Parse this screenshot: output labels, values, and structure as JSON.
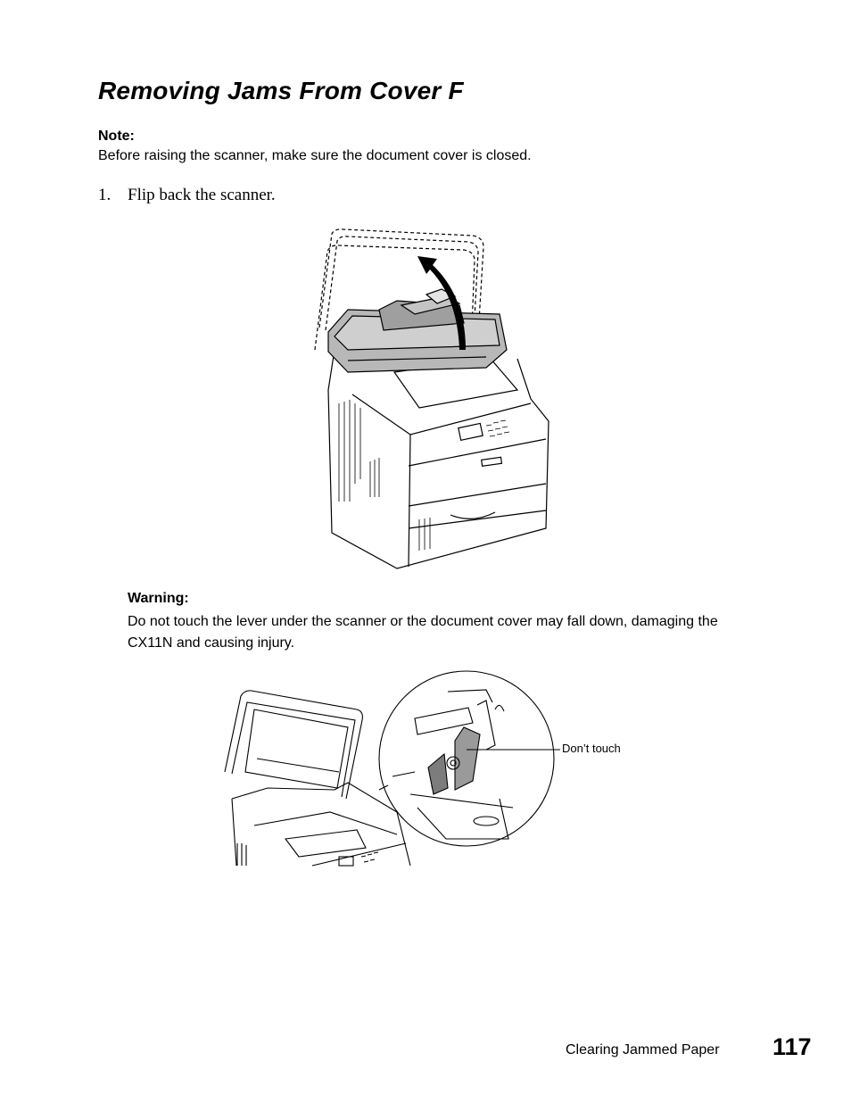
{
  "page": {
    "title": "Removing Jams From Cover F",
    "note": {
      "label": "Note:",
      "text": "Before raising the scanner, make sure the document cover is closed."
    },
    "step1": {
      "number": "1.",
      "text": "Flip back the scanner."
    },
    "warning": {
      "label": "Warning:",
      "text": "Do not touch the lever under the scanner or the document cover may fall down, damaging the CX11N and causing injury."
    },
    "figure2": {
      "callout": "Don’t touch"
    },
    "footer": {
      "section": "Clearing Jammed Paper",
      "page_number": "117"
    }
  },
  "icons": {
    "figure1": "printer-scanner-flip-illustration",
    "figure2": "printer-lever-detail-illustration"
  }
}
